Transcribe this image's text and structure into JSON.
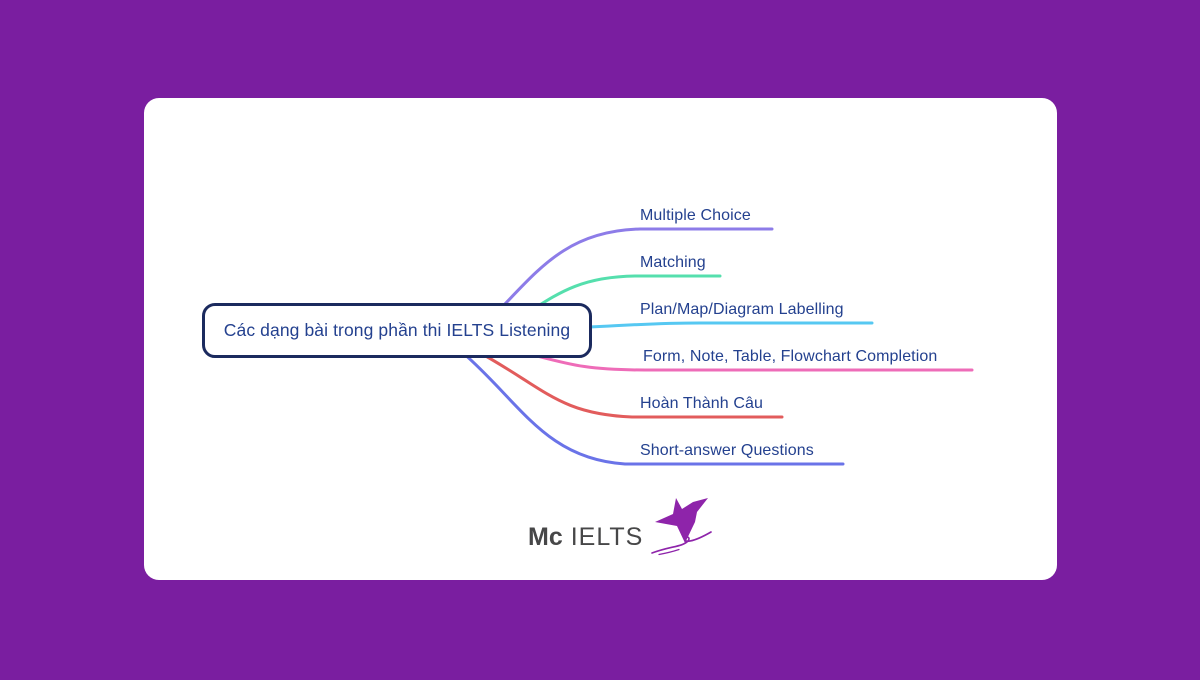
{
  "central_node": {
    "label": "Các dạng bài trong phần thi IELTS Listening"
  },
  "branches": [
    {
      "label": "Multiple Choice",
      "color": "#8d7ce8"
    },
    {
      "label": "Matching",
      "color": "#55dfad"
    },
    {
      "label": "Plan/Map/Diagram Labelling",
      "color": "#56c8f2"
    },
    {
      "label": "Form, Note, Table, Flowchart Completion",
      "color": "#ee6cb8"
    },
    {
      "label": "Hoàn Thành Câu",
      "color": "#e25c5c"
    },
    {
      "label": "Short-answer Questions",
      "color": "#6a73e8"
    }
  ],
  "logo": {
    "name_bold": "Mc",
    "name_rest": "IELTS",
    "icon": "hummingbird-icon",
    "icon_color": "#8e24aa"
  },
  "colors": {
    "background": "#7a1ea0",
    "card": "#ffffff",
    "node_border": "#1b2a5e",
    "text": "#24418f"
  }
}
